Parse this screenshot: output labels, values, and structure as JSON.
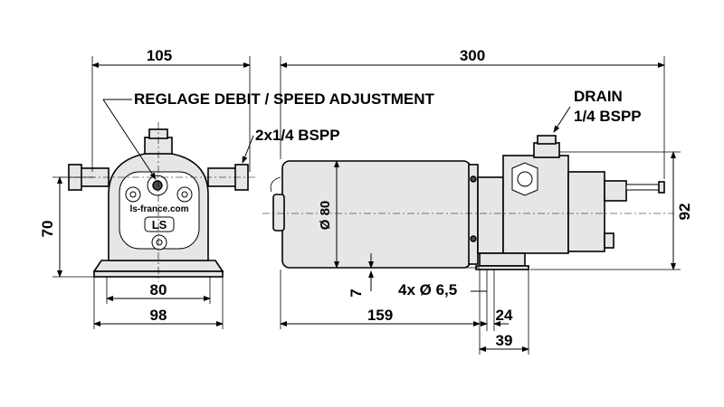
{
  "dimensions": {
    "front_width_top": "105",
    "side_length_top": "300",
    "front_height": "70",
    "base_width_inner": "80",
    "base_width_outer": "98",
    "motor_length": "159",
    "motor_diameter": "Ø 80",
    "foot_height": "7",
    "mount_holes": "4x Ø 6,5",
    "foot_spacing_inner": "24",
    "foot_spacing_outer": "39",
    "total_height": "92"
  },
  "labels": {
    "speed_adjustment": "REGLAGE DEBIT / SPEED ADJUSTMENT",
    "ports": "2x1/4 BSPP",
    "drain_line1": "DRAIN",
    "drain_line2": "1/4 BSPP"
  },
  "branding": {
    "website": "ls-france.com",
    "logo": "LS"
  }
}
